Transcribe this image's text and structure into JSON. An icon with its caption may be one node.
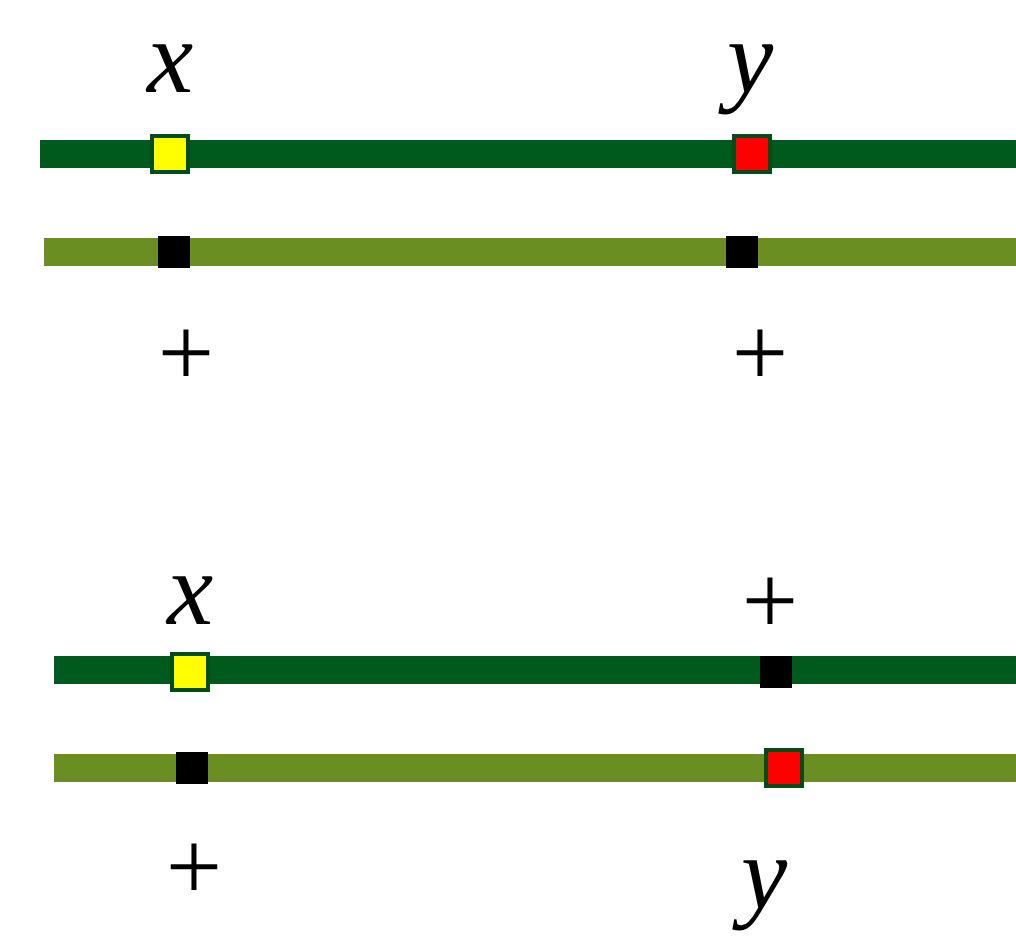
{
  "diagram": {
    "labels": [
      "x",
      "y",
      "+",
      "+",
      "x",
      "+",
      "+",
      "y"
    ]
  }
}
